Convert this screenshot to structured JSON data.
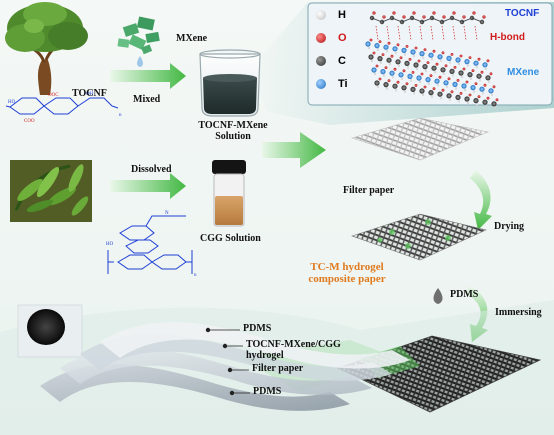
{
  "labels": {
    "mxene": "MXene",
    "tocnf": "TOCNF",
    "mixed": "Mixed",
    "solution": "TOCNF-MXene\nSolution",
    "dissolved": "Dissolved",
    "cgg": "CGG Solution",
    "filter_paper": "Filter paper",
    "drying": "Drying",
    "composite": "TC-M hydrogel\ncomposite paper",
    "pdms_drop": "PDMS",
    "immersing": "Immersing"
  },
  "legend": {
    "items": [
      {
        "symbol": "H",
        "color": "#e8e8e8",
        "text_color": "#1b1b1b"
      },
      {
        "symbol": "O",
        "color": "#d11b1b",
        "text_color": "#d11b1b"
      },
      {
        "symbol": "C",
        "color": "#4a4a4a",
        "text_color": "#1b1b1b"
      },
      {
        "symbol": "Ti",
        "color": "#2f8de0",
        "text_color": "#1b1b1b"
      }
    ]
  },
  "inset": {
    "tocnf": "TOCNF",
    "hbond": "H-bond",
    "mxene": "MXene"
  },
  "layers": [
    "PDMS",
    "TOCNF-MXene/CGG\nhydrogel",
    "Filter paper",
    "PDMS"
  ],
  "colors": {
    "accent_green": "#5cc65c",
    "orange": "#e07a1f",
    "ti_blue": "#2f8de0",
    "oxygen_red": "#d11b1b",
    "tocnf_blue": "#1f3fd6"
  }
}
